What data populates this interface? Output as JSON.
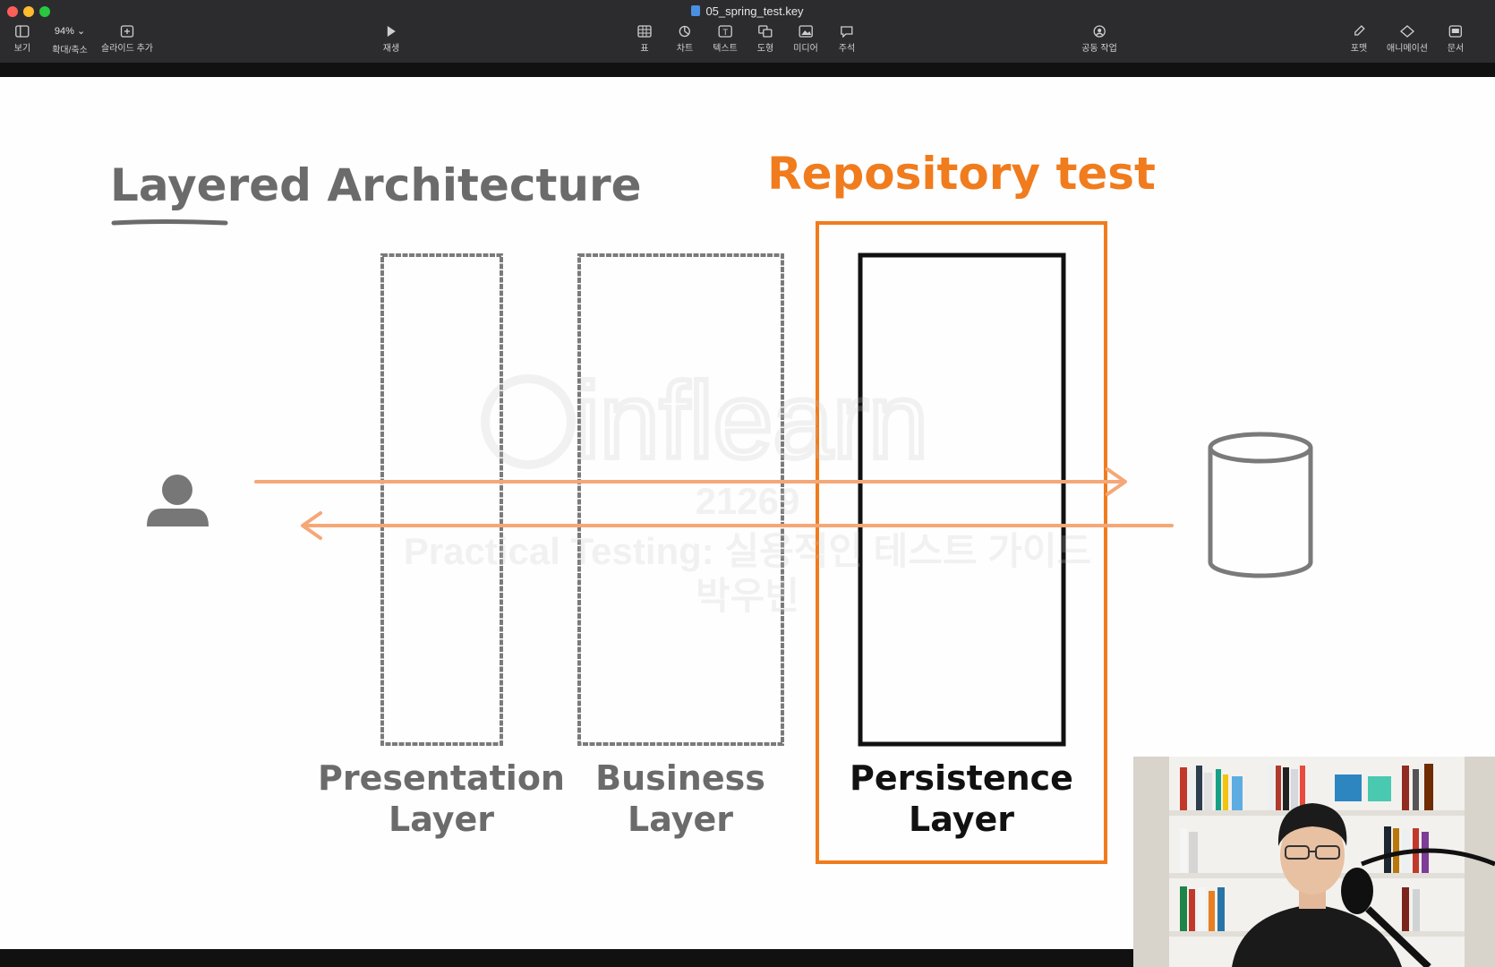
{
  "window": {
    "title": "05_spring_test.key",
    "traffic_colors": [
      "#ff5f57",
      "#febc2e",
      "#28c840"
    ]
  },
  "toolbar": {
    "view_label": "보기",
    "zoom_value": "94%",
    "zoom_label": "확대/축소",
    "add_slide_label": "슬라이드 추가",
    "play_label": "재생",
    "table_label": "표",
    "chart_label": "차트",
    "text_label": "텍스트",
    "shape_label": "도형",
    "media_label": "미디어",
    "comment_label": "주석",
    "collaborate_label": "공동 작업",
    "format_label": "포맷",
    "animate_label": "애니메이션",
    "document_label": "문서"
  },
  "slide": {
    "heading": "Layered Architecture",
    "highlight_title": "Repository test",
    "layers": [
      {
        "line1": "Presentation",
        "line2": "Layer"
      },
      {
        "line1": "Business",
        "line2": "Layer"
      },
      {
        "line1": "Persistence",
        "line2": "Layer"
      }
    ],
    "watermark": {
      "brand": "inflearn",
      "id": "21269",
      "course": "Practical Testing: 실용적인 테스트 가이드",
      "author": "박우빈"
    },
    "colors": {
      "accent": "#f07c1e",
      "gray": "#6b6b6b",
      "arrow": "#f5a778",
      "dark": "#111111"
    },
    "icons": [
      "user-icon",
      "database-icon"
    ]
  }
}
